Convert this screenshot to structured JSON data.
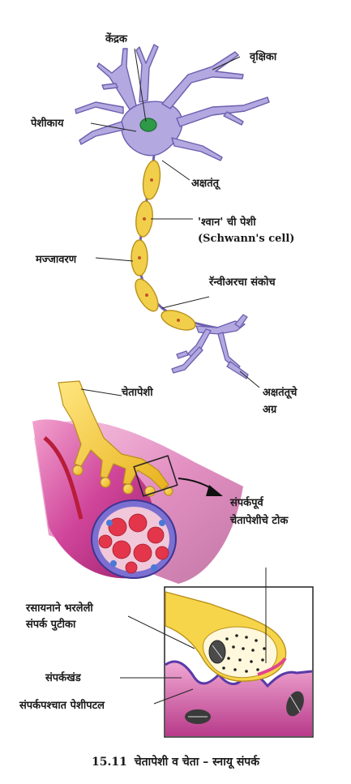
{
  "labels": {
    "nucleus": "केंद्रक",
    "dendrites": "वृक्षिका",
    "cell_body": "पेशीकाय",
    "axon": "अक्षतंतू",
    "schwann_line1": "'श्वान' ची पेशी",
    "schwann_line2": "(Schwann's cell)",
    "myelin": "मज्जावरण",
    "ranvier": "रॅन्वीअरचा संकोच",
    "axon_terminal_line1": "अक्षतंतूचे",
    "axon_terminal_line2": "अग्र",
    "neuron": "चेतापेशी",
    "presynaptic_line1": "संपर्कपूर्व",
    "presynaptic_line2": "चेतापेशीचे टोक",
    "vesicle_line1": "रसायनाने भरलेली",
    "vesicle_line2": "संपर्क पुटीका",
    "synaptic_cleft": "संपर्कखंड",
    "postsynaptic": "संपर्कपश्चात पेशीपटल"
  },
  "caption": {
    "number": "15.11",
    "text": "चेतापेशी व चेता – स्नायू संपर्क"
  },
  "colors": {
    "neuron_body": "#b3a8e0",
    "neuron_outline": "#6c5fae",
    "nucleus": "#2e9a48",
    "myelin": "#f2cf4a",
    "myelin_outline": "#b8901a",
    "muscle": "#d0459a",
    "terminal": "#f7d54a",
    "vesicle": "#fff8dc"
  }
}
